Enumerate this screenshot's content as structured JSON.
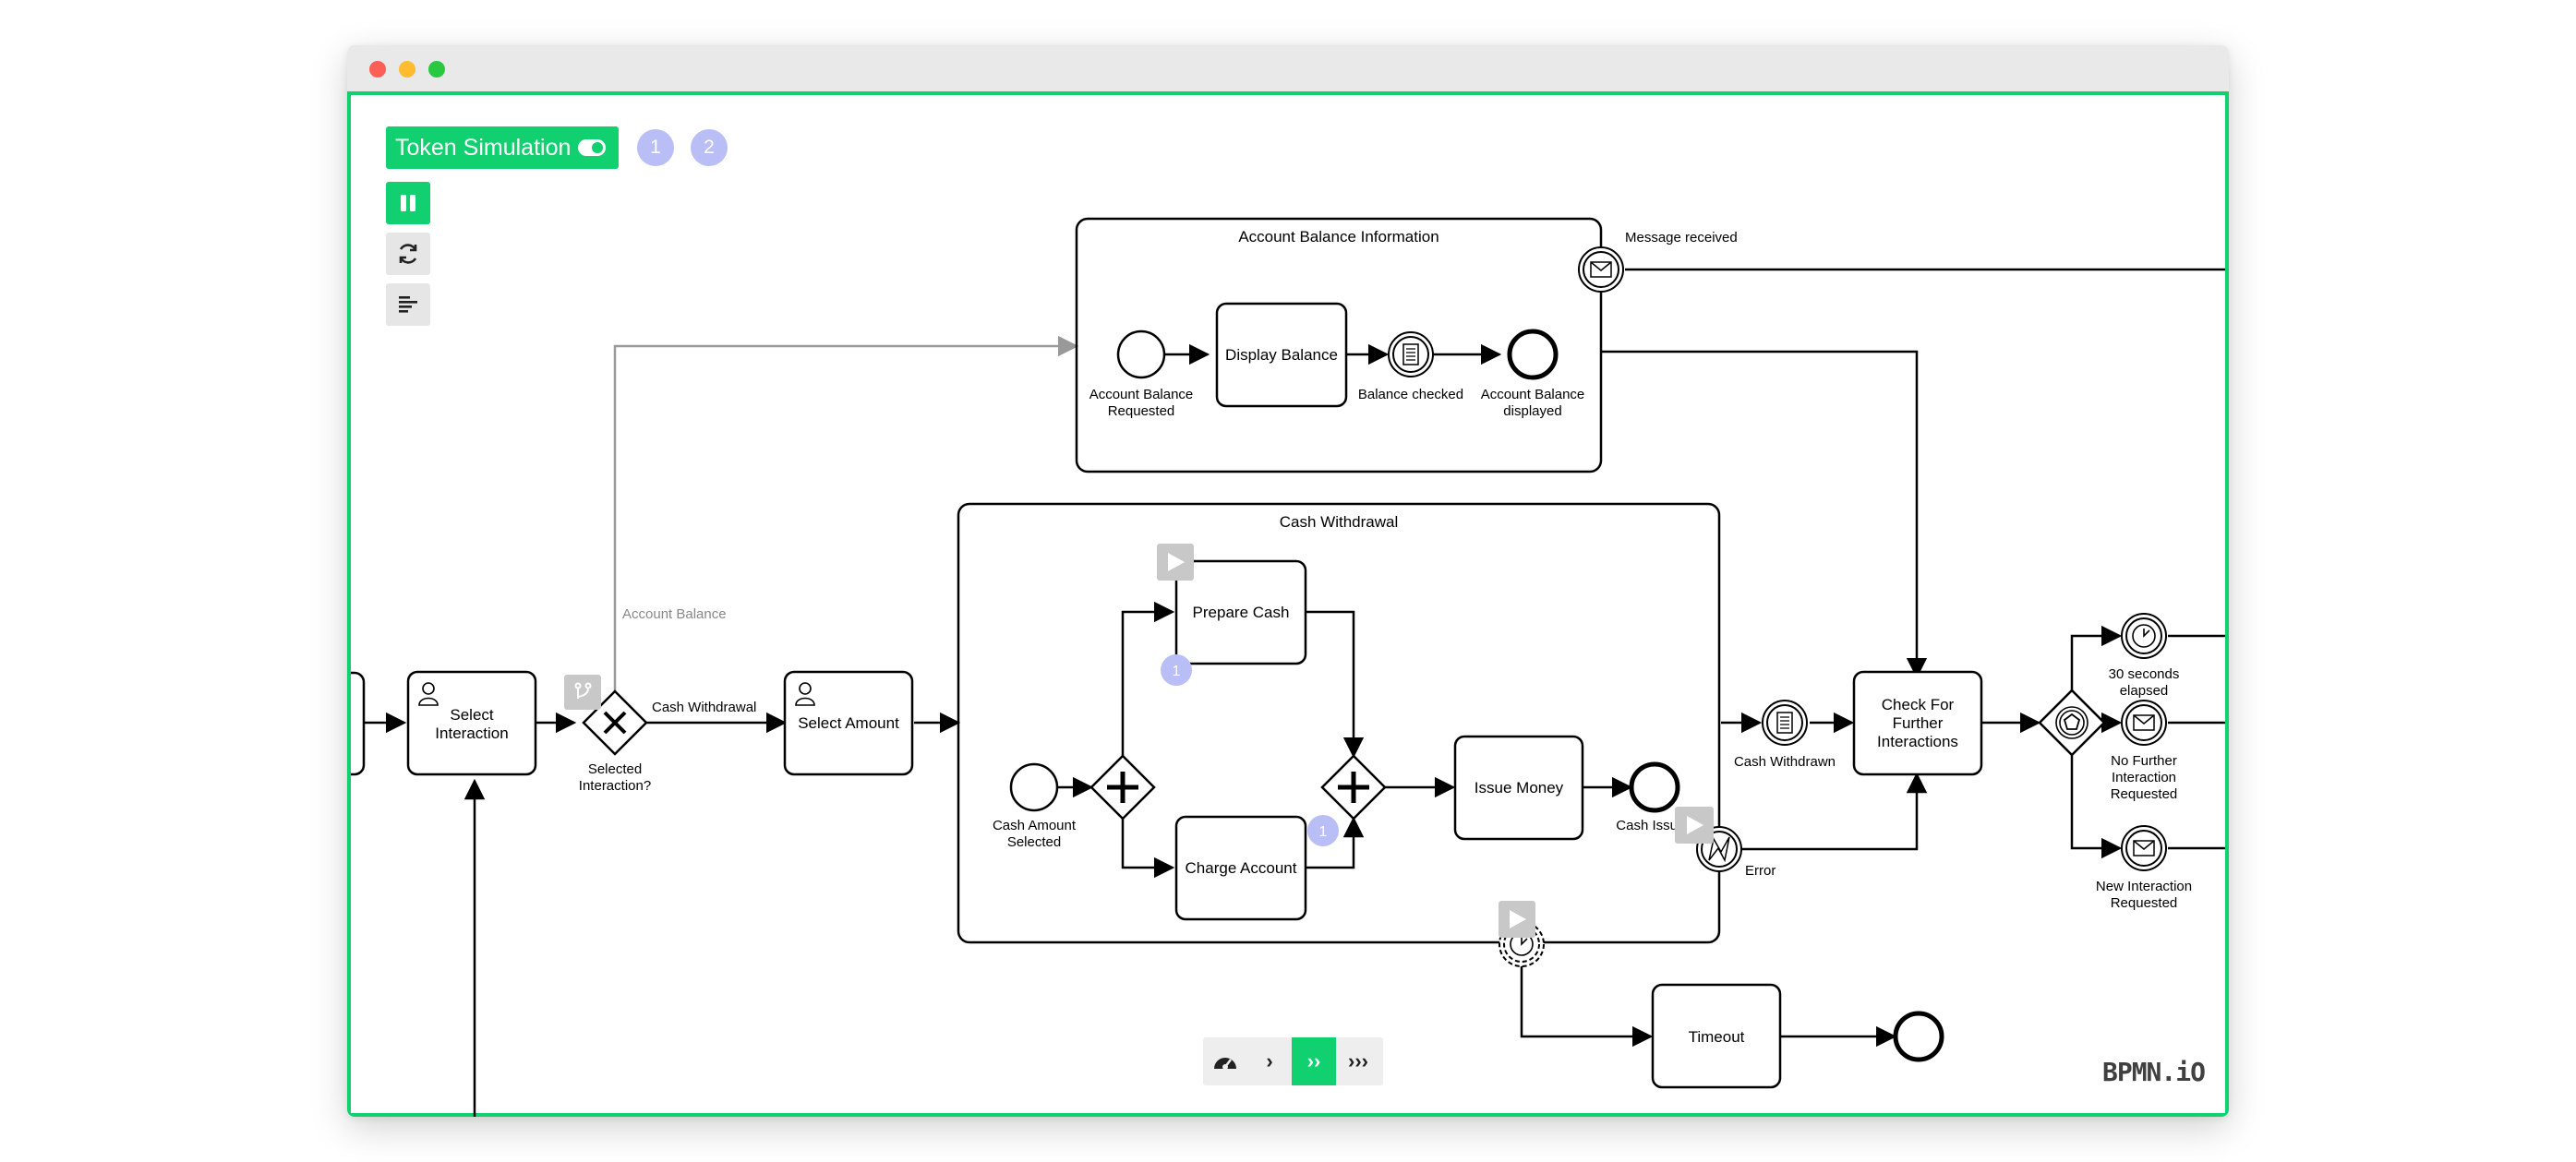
{
  "toolbar": {
    "toggle_label": "Token Simulation",
    "scope_badges": [
      "1",
      "2"
    ]
  },
  "speed": {
    "items": [
      "slow",
      "normal",
      "fast",
      "fastest"
    ],
    "selected": "fast"
  },
  "logo": "BPMN.iO",
  "diagram": {
    "subprocess_balance": "Account Balance Information",
    "subprocess_withdrawal": "Cash Withdrawal",
    "tasks": {
      "select_interaction": [
        "Select",
        "Interaction"
      ],
      "select_amount": "Select Amount",
      "display_balance": "Display Balance",
      "prepare_cash": "Prepare Cash",
      "charge_account": "Charge Account",
      "issue_money": "Issue Money",
      "check_further": [
        "Check For",
        "Further",
        "Interactions"
      ],
      "timeout": "Timeout"
    },
    "events": {
      "account_balance_requested": [
        "Account Balance",
        "Requested"
      ],
      "balance_checked": "Balance checked",
      "account_balance_displayed": [
        "Account Balance",
        "displayed"
      ],
      "message_received": "Message received",
      "cash_amount_selected": [
        "Cash Amount",
        "Selected"
      ],
      "cash_issued": "Cash Issued",
      "error": "Error",
      "cash_withdrawn": "Cash Withdrawn",
      "thirty_seconds": [
        "30 seconds",
        "elapsed"
      ],
      "no_further": [
        "No Further",
        "Interaction",
        "Requested"
      ],
      "new_interaction": [
        "New Interaction",
        "Requested"
      ]
    },
    "gateways": {
      "selected_interaction": [
        "Selected",
        "Interaction?"
      ]
    },
    "flows": {
      "account_balance": "Account Balance",
      "cash_withdrawal": "Cash Withdrawal"
    },
    "token_counts": [
      "1",
      "1"
    ]
  }
}
